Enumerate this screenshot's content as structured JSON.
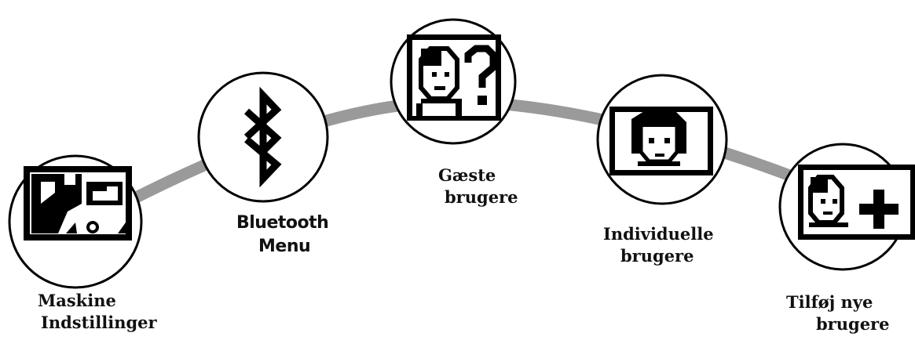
{
  "colors": {
    "arc": "#9a9a9a",
    "ink": "#000000",
    "circle_bg": "#ffffff"
  },
  "nodes": [
    {
      "id": "machine-settings",
      "icon": "wrench-settings-icon",
      "label": [
        "Maskine",
        "Indstillinger"
      ]
    },
    {
      "id": "bluetooth-menu",
      "icon": "bluetooth-icon",
      "label": [
        "Bluetooth",
        "Menu"
      ]
    },
    {
      "id": "guest-users",
      "icon": "guest-user-icon",
      "label": [
        "Gæste",
        "brugere"
      ]
    },
    {
      "id": "individual-users",
      "icon": "individual-user-icon",
      "label": [
        "Individuelle",
        "brugere"
      ]
    },
    {
      "id": "add-new-users",
      "icon": "add-user-icon",
      "label": [
        "Tilføj nye",
        "brugere"
      ]
    }
  ]
}
